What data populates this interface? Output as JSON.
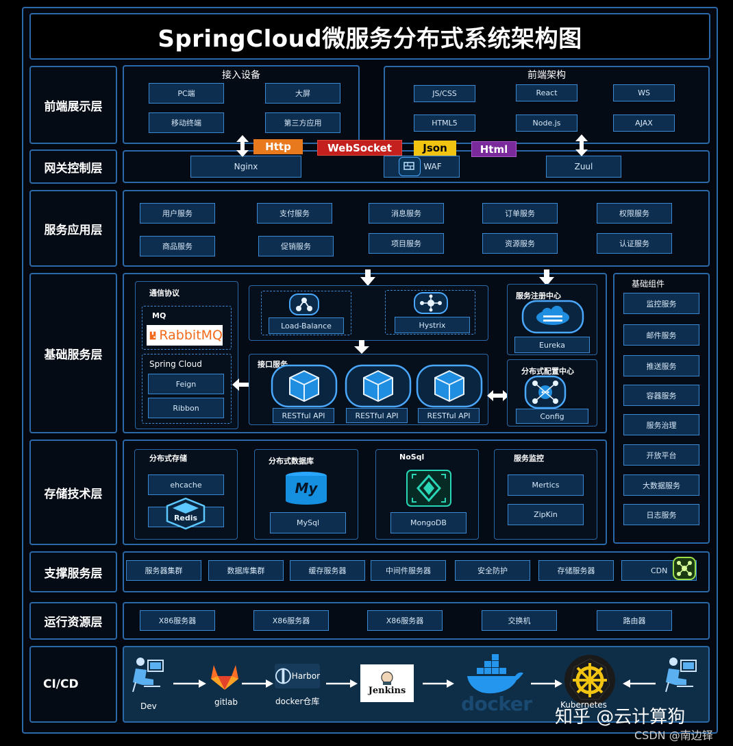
{
  "title": "SpringCloud微服务分布式系统架构图",
  "layers": [
    "前端展示层",
    "网关控制层",
    "服务应用层",
    "基础服务层",
    "存储技术层",
    "支撑服务层",
    "运行资源层",
    "CI/CD"
  ],
  "frontend": {
    "devices_title": "接入设备",
    "devices": [
      "PC端",
      "大屏",
      "移动终端",
      "第三方应用"
    ],
    "arch_title": "前端架构",
    "arch": [
      "JS/CSS",
      "React",
      "WS",
      "HTML5",
      "Node.js",
      "AJAX"
    ]
  },
  "protocols": [
    {
      "label": "Http",
      "color": "#e8791c"
    },
    {
      "label": "WebSocket",
      "color": "#c4201d"
    },
    {
      "label": "Json",
      "color": "#f2c412"
    },
    {
      "label": "Html",
      "color": "#7a2a9a"
    }
  ],
  "gateway": [
    "Nginx",
    "WAF",
    "Zuul"
  ],
  "services": [
    "用户服务",
    "支付服务",
    "消息服务",
    "订单服务",
    "权限服务",
    "商品服务",
    "促销服务",
    "项目服务",
    "资源服务",
    "认证服务"
  ],
  "base": {
    "comm_title": "通信协议",
    "mq_title": "MQ",
    "rabbit_logo": "RabbitMQ",
    "spring_cloud_title": "Spring Cloud",
    "spring_items": [
      "Feign",
      "Ribbon"
    ],
    "lb": "Load-Balance",
    "hystrix": "Hystrix",
    "api_title": "接口服务",
    "apis": [
      "RESTful API",
      "RESTful API",
      "RESTful API"
    ],
    "registry_title": "服务注册中心",
    "registry": "Eureka",
    "config_title": "分布式配置中心",
    "config": "Config",
    "components_title": "基础组件",
    "components": [
      "监控服务",
      "邮件服务",
      "推送服务",
      "容器服务",
      "服务治理",
      "开放平台",
      "大数据服务",
      "日志服务"
    ]
  },
  "storage": {
    "dist_title": "分布式存储",
    "ehcache": "ehcache",
    "redis": "Redis",
    "db_title": "分布式数据库",
    "mysql_logo": "My",
    "mysql": "MySql",
    "nosql_title": "NoSql",
    "mongodb": "MongoDB",
    "monitor_title": "服务监控",
    "monitor": [
      "Mertics",
      "ZipKin"
    ]
  },
  "support": [
    "服务器集群",
    "数据库集群",
    "缓存服务器",
    "中间件服务器",
    "安全防护",
    "存储服务器",
    "CDN"
  ],
  "resources": [
    "X86服务器",
    "X86服务器",
    "X86服务器",
    "交换机",
    "路由器"
  ],
  "cicd": {
    "dev": "Dev",
    "gitlab": "gitlab",
    "harbor": "Harbor",
    "registry": "docker仓库",
    "jenkins": "Jenkins",
    "docker": "docker",
    "kubernetes": "Kubernetes"
  },
  "watermark": {
    "zhihu": "知乎 @云计算狗",
    "csdn": "CSDN @南边铎"
  }
}
